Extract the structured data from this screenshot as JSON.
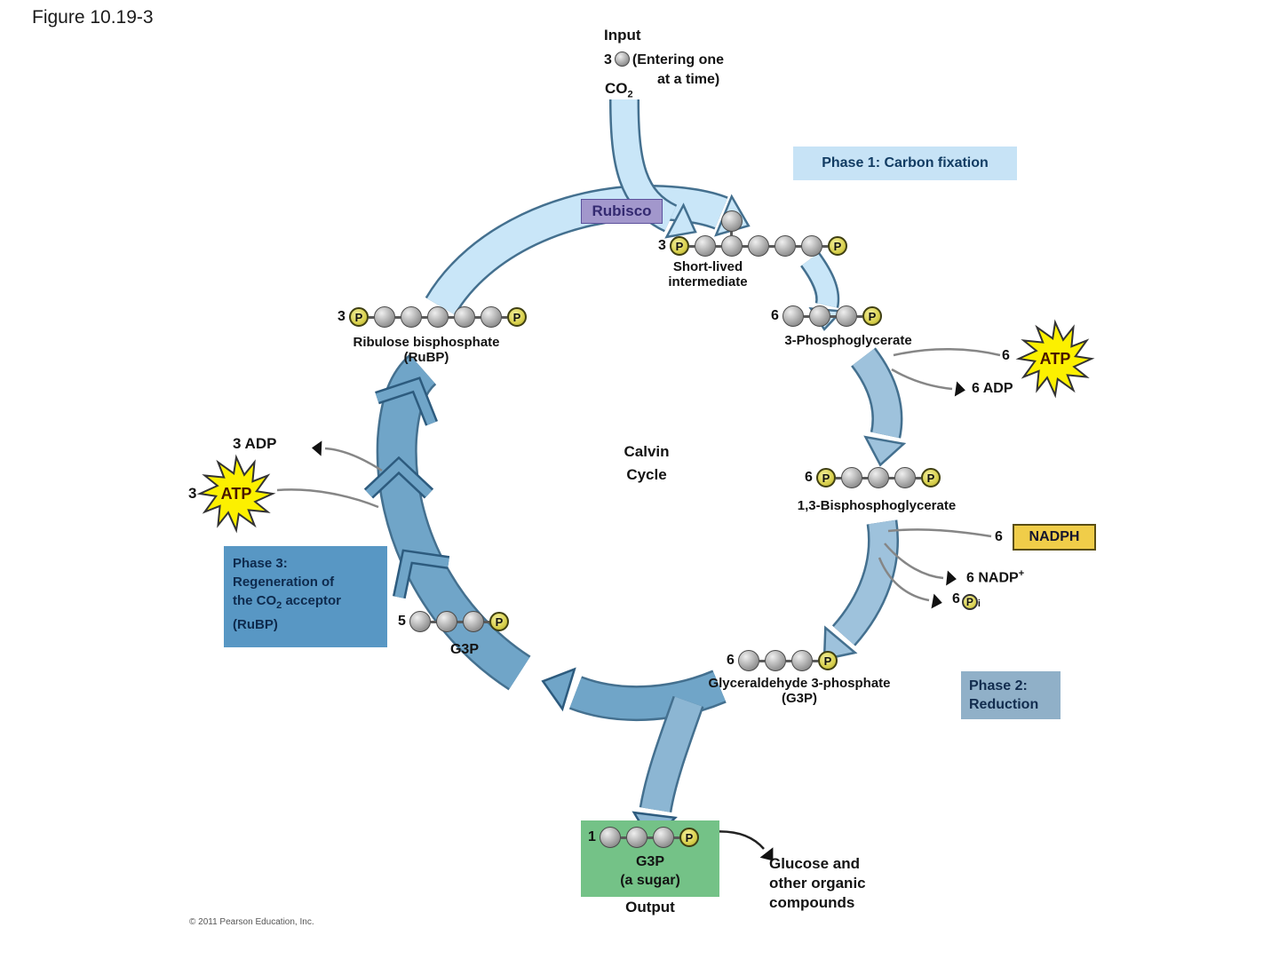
{
  "figure": {
    "title": "Figure 10.19-3",
    "copyright": "© 2011 Pearson Education, Inc."
  },
  "input": {
    "heading": "Input",
    "count": "3",
    "note_line1": "(Entering one",
    "note_line2": "at a time)",
    "molecule_prefix": "CO",
    "molecule_sub": "2"
  },
  "phases": {
    "phase1": "Phase 1: Carbon fixation",
    "phase2_line1": "Phase 2:",
    "phase2_line2": "Reduction",
    "phase3_line1": "Phase 3:",
    "phase3_line2": "Regeneration of",
    "phase3_line3_pre": "the CO",
    "phase3_line3_sub": "2",
    "phase3_line3_post": " acceptor",
    "phase3_line4": "(RuBP)"
  },
  "center": {
    "line1": "Calvin",
    "line2": "Cycle"
  },
  "enzyme": {
    "rubisco": "Rubisco"
  },
  "cofactors": {
    "atp_right_count": "6",
    "atp_right": "ATP",
    "adp_right": "6 ADP",
    "nadph_count": "6",
    "nadph": "NADPH",
    "nadp_out_pre": "6 NADP",
    "nadp_out_sup": "+",
    "pi_count": "6",
    "pi_symbol": "P",
    "pi_sub": "i",
    "adp_left": "3 ADP",
    "atp_left_count": "3",
    "atp_left": "ATP"
  },
  "labels": {
    "short_lived_1": "Short-lived",
    "short_lived_2": "intermediate",
    "pg3": "3-Phosphoglycerate",
    "bpg": "1,3-Bisphosphoglycerate",
    "g3p_full_1": "Glyceraldehyde 3-phosphate",
    "g3p_full_2": "(G3P)",
    "g3p_left": "G3P",
    "rubp_1": "Ribulose bisphosphate",
    "rubp_2": "(RuBP)",
    "output_g3p": "G3P",
    "output_sugar": "(a sugar)",
    "output": "Output",
    "glucose_1": "Glucose and",
    "glucose_2": "other organic",
    "glucose_3": "compounds"
  },
  "molecules": [
    {
      "name": "short-lived-intermediate",
      "count": "3",
      "units": [
        "P",
        "C",
        "C",
        "C",
        "C",
        "C",
        "P"
      ],
      "top_ball_unit": 2
    },
    {
      "name": "3-phosphoglycerate",
      "count": "6",
      "units": [
        "C",
        "C",
        "C",
        "P"
      ]
    },
    {
      "name": "1-3-bisphosphoglycerate",
      "count": "6",
      "units": [
        "P",
        "C",
        "C",
        "C",
        "P"
      ]
    },
    {
      "name": "glyceraldehyde-3-phosphate",
      "count": "6",
      "units": [
        "C",
        "C",
        "C",
        "P"
      ]
    },
    {
      "name": "g3p-regenerating",
      "count": "5",
      "units": [
        "C",
        "C",
        "C",
        "P"
      ]
    },
    {
      "name": "ribulose-bisphosphate",
      "count": "3",
      "units": [
        "P",
        "C",
        "C",
        "C",
        "C",
        "C",
        "P"
      ]
    },
    {
      "name": "g3p-output",
      "count": "1",
      "units": [
        "C",
        "C",
        "C",
        "P"
      ]
    }
  ],
  "colors": {
    "band_light": "#c9e6f8",
    "band_mid": "#9ec2dc",
    "band_steel": "#70a5c8",
    "band_output": "#8cb6d3",
    "atp_star": "#fcf000",
    "nadph_box": "#f0cd49",
    "phase1_box": "#c7e3f6",
    "phase2_box": "#90b0c8",
    "phase3_box": "#5897c4",
    "rubisco_box": "#a297cc",
    "output_box": "#74c287",
    "carbon_ball": "#a8a8a8",
    "phosphate": "#d8d04c"
  }
}
